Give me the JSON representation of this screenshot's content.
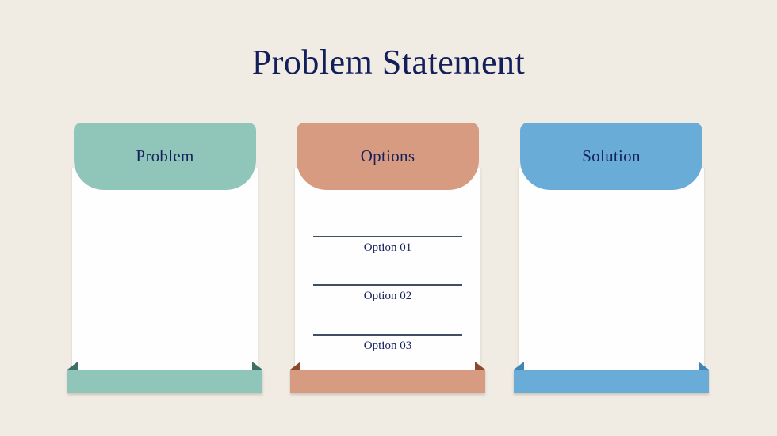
{
  "title": "Problem Statement",
  "background_color": "#f0ebe3",
  "title_color": "#131f5b",
  "text_color": "#16215c",
  "divider_color": "#414e63",
  "cards": [
    {
      "label": "Problem",
      "accent_color": "#90c6b9",
      "fold_color": "#3c7167",
      "items": []
    },
    {
      "label": "Options",
      "accent_color": "#d69b80",
      "fold_color": "#8b4a2c",
      "items": [
        "Option 01",
        "Option 02",
        "Option 03"
      ]
    },
    {
      "label": "Solution",
      "accent_color": "#69acd8",
      "fold_color": "#4286b6",
      "items": []
    }
  ]
}
